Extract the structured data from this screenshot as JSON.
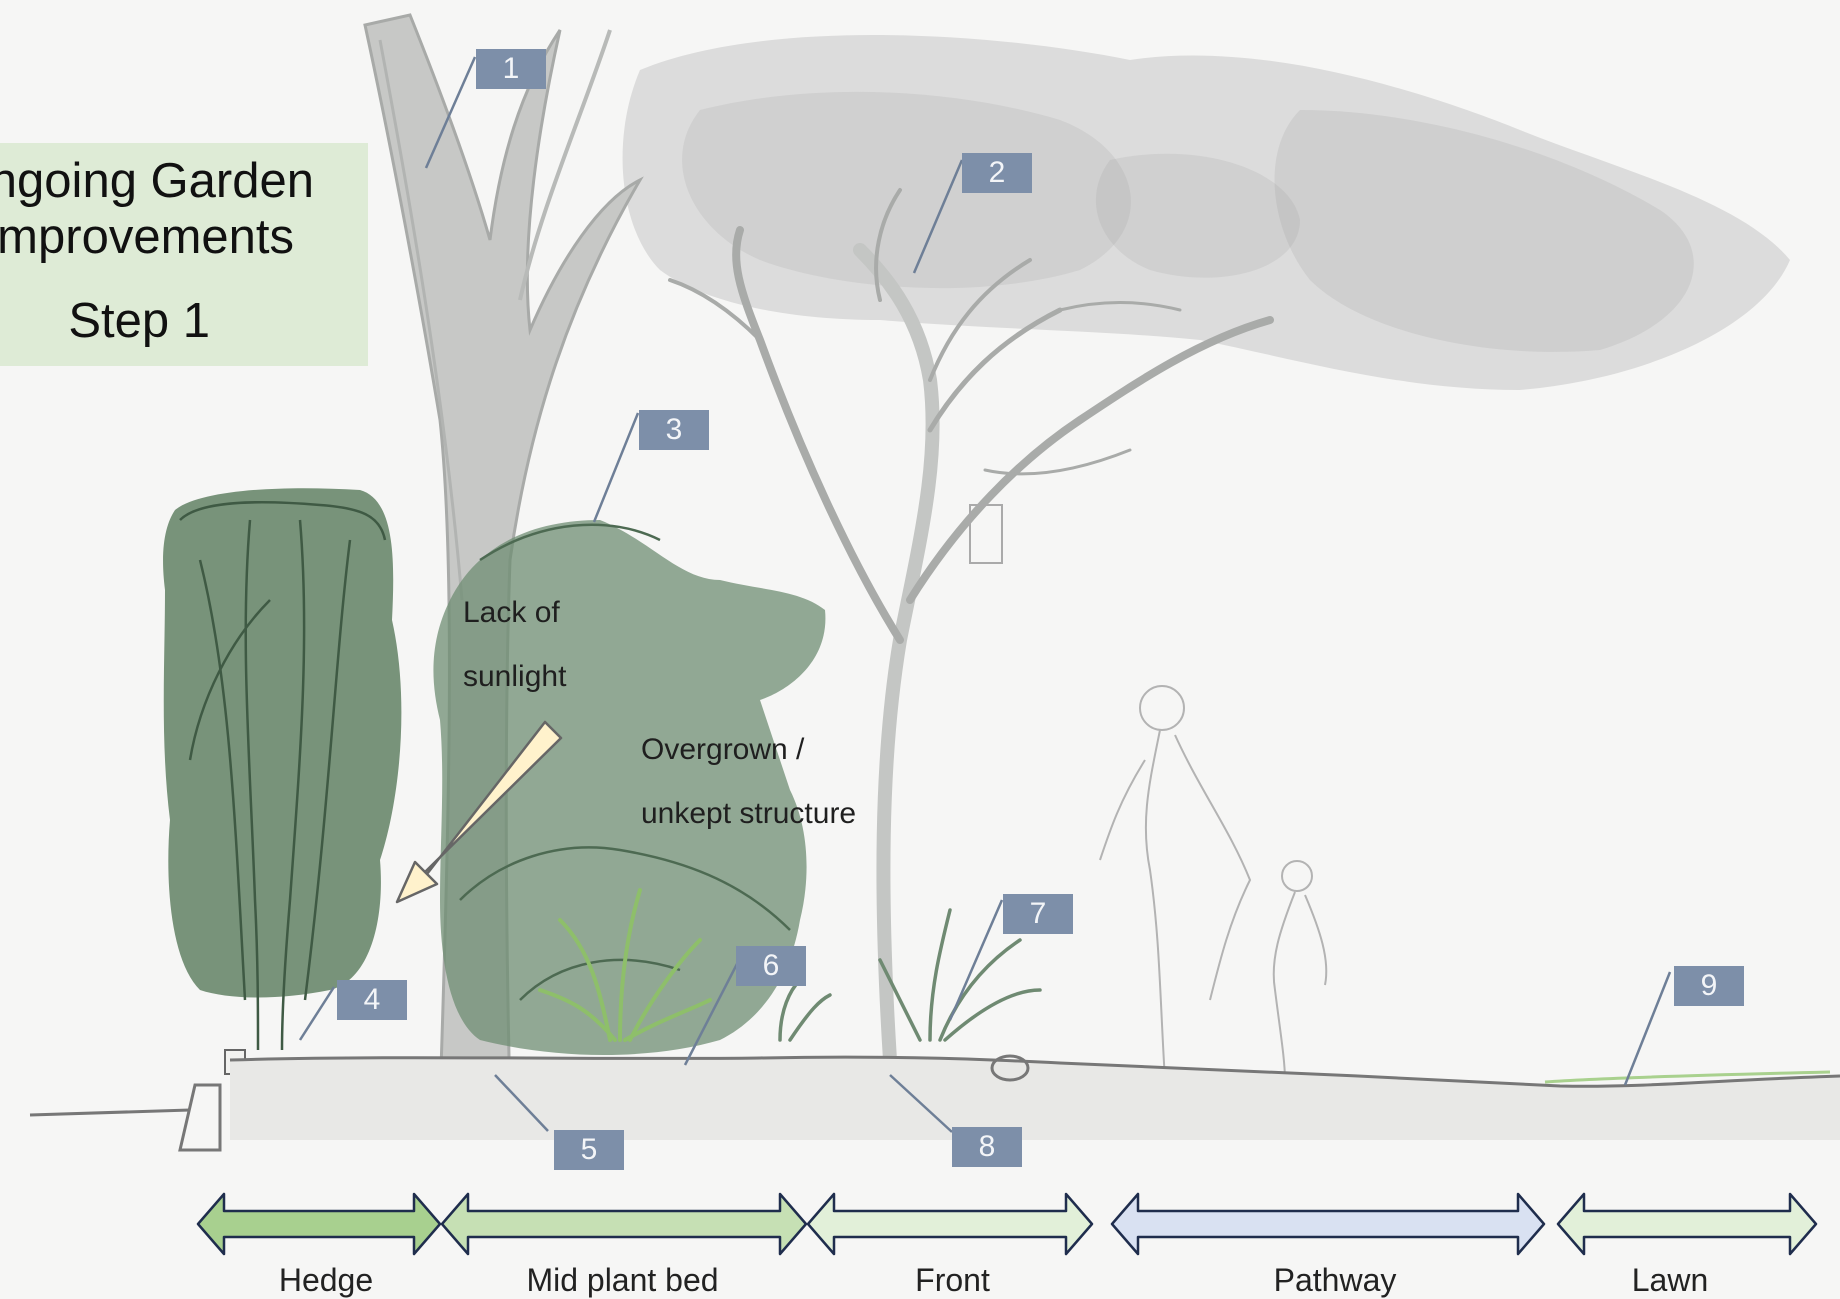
{
  "title": {
    "line1": "Ongoing Garden",
    "line2": "Improvements",
    "step": "Step 1"
  },
  "markers": [
    "1",
    "2",
    "3",
    "4",
    "5",
    "6",
    "7",
    "8",
    "9"
  ],
  "annotations": {
    "sunlight_line1": "Lack of",
    "sunlight_line2": "sunlight",
    "structure_line1": "Overgrown /",
    "structure_line2": "unkept structure"
  },
  "zones": [
    {
      "label": "Hedge",
      "color": "#a8d08f"
    },
    {
      "label": "Mid plant bed",
      "color": "#c6e0b4"
    },
    {
      "label": "Front",
      "color": "#e2f0d9"
    },
    {
      "label": "Pathway",
      "color": "#d9e1f2"
    },
    {
      "label": "Lawn",
      "color": "#e2f0d9"
    }
  ],
  "colors": {
    "marker": "#7d8fa9",
    "title_bg": "#deebd6",
    "foliage": "#6f8a72",
    "arrow_fill": "#fff2cc",
    "zone_outline": "#1f2d4d"
  }
}
